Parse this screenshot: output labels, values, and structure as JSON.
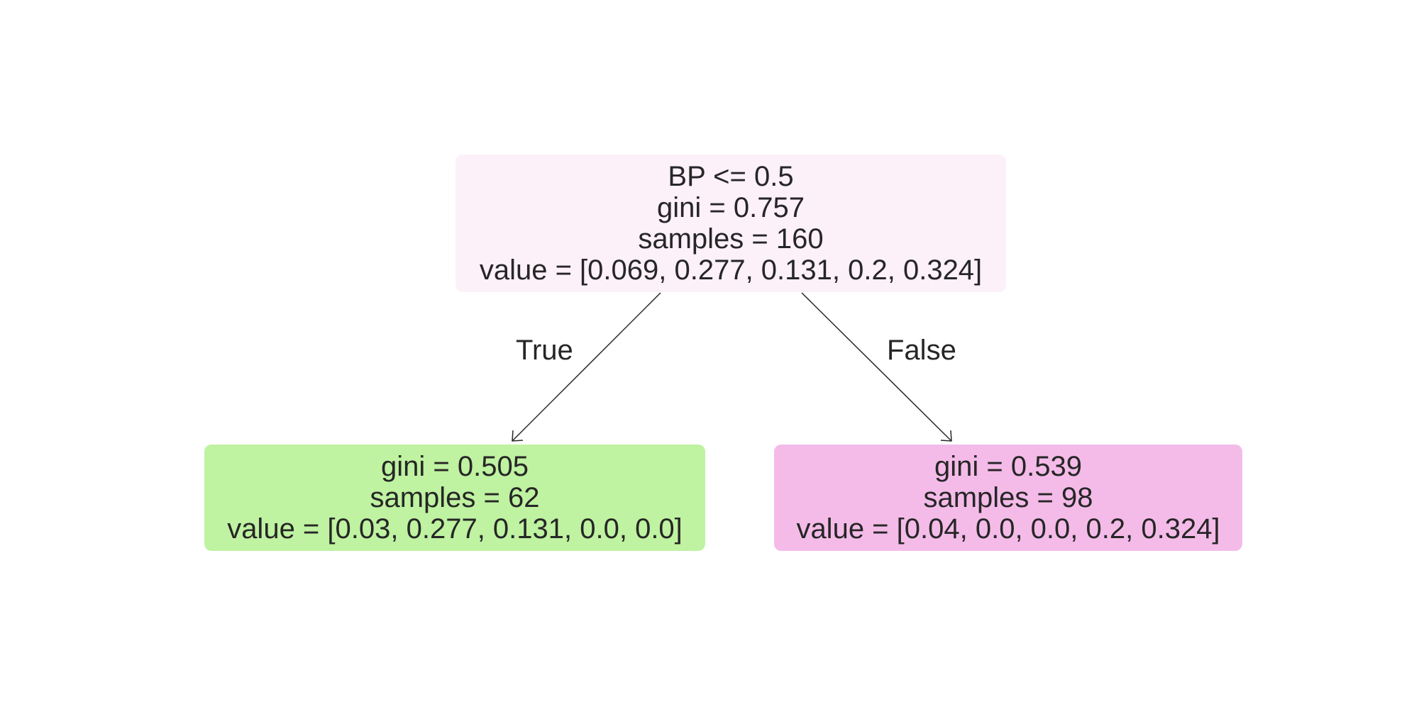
{
  "tree": {
    "root": {
      "condition": "BP <= 0.5",
      "gini": "gini = 0.757",
      "samples": "samples = 160",
      "value": "value = [0.069, 0.277, 0.131, 0.2, 0.324]",
      "color": "#fcf0f9"
    },
    "left": {
      "gini": "gini = 0.505",
      "samples": "samples = 62",
      "value": "value = [0.03, 0.277, 0.131, 0.0, 0.0]",
      "color": "#bff2a1"
    },
    "right": {
      "gini": "gini = 0.539",
      "samples": "samples = 98",
      "value": "value = [0.04, 0.0, 0.0, 0.2, 0.324]",
      "color": "#f4bbe8"
    },
    "edge_labels": {
      "true": "True",
      "false": "False"
    },
    "edge_color": "#262626"
  }
}
